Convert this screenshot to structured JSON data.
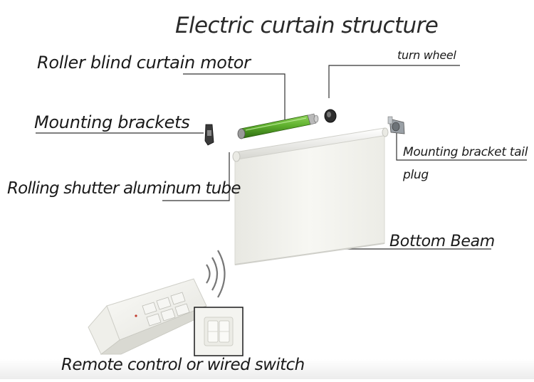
{
  "diagram": {
    "title": "Electric curtain structure",
    "labels": {
      "motor": "Roller blind curtain motor",
      "turn_wheel": "turn wheel",
      "mounting_brackets": "Mounting brackets",
      "tail_plug_line1": "Mounting bracket tail",
      "tail_plug_line2": "plug",
      "aluminum_tube": "Rolling shutter aluminum tube",
      "bottom_beam": "Bottom Beam",
      "remote": "Remote control or wired switch"
    }
  },
  "colors": {
    "motor_green": "#5fb02e",
    "text": "#1a1a1a",
    "blind_fabric": "#f2f2ee"
  }
}
